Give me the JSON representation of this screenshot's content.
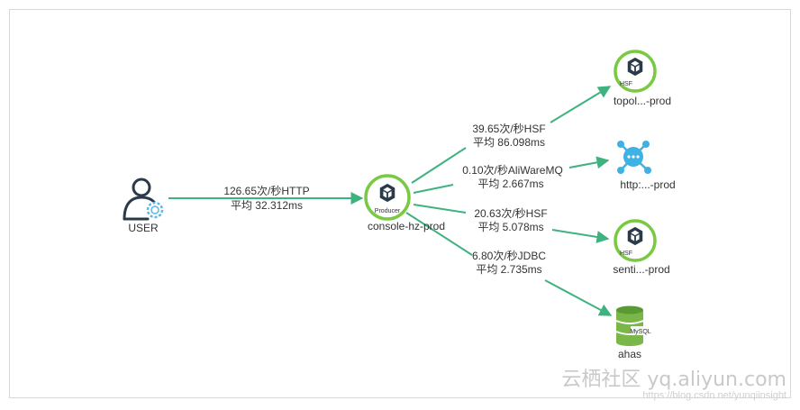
{
  "nodes": {
    "user": {
      "label": "USER"
    },
    "console": {
      "label": "console-hz-prod",
      "badge": "Producer"
    },
    "topol": {
      "label": "topol...-prod",
      "badge": "HSF"
    },
    "http": {
      "label": "http:...-prod"
    },
    "senti": {
      "label": "senti...-prod",
      "badge": "HSF"
    },
    "ahas": {
      "label": "ahas",
      "badge": "MySQL"
    }
  },
  "edges": {
    "user_console": {
      "rate": "126.65次/秒HTTP",
      "avg": "平均 32.312ms"
    },
    "console_topol": {
      "rate": "39.65次/秒HSF",
      "avg": "平均 86.098ms"
    },
    "console_http": {
      "rate": "0.10次/秒AliWareMQ",
      "avg": "平均 2.667ms"
    },
    "console_senti": {
      "rate": "20.63次/秒HSF",
      "avg": "平均 5.078ms"
    },
    "console_ahas": {
      "rate": "6.80次/秒JDBC",
      "avg": "平均 2.735ms"
    }
  },
  "watermark": {
    "line1": "云栖社区 yq.aliyun.com",
    "line2": "https://blog.csdn.net/yunqiinsight"
  },
  "colors": {
    "edge": "#3fb27f",
    "ring": "#7ac943",
    "icon_dark": "#2b3a4a",
    "mq_blue": "#3fb1e3",
    "user_blue": "#5ab9e8"
  }
}
